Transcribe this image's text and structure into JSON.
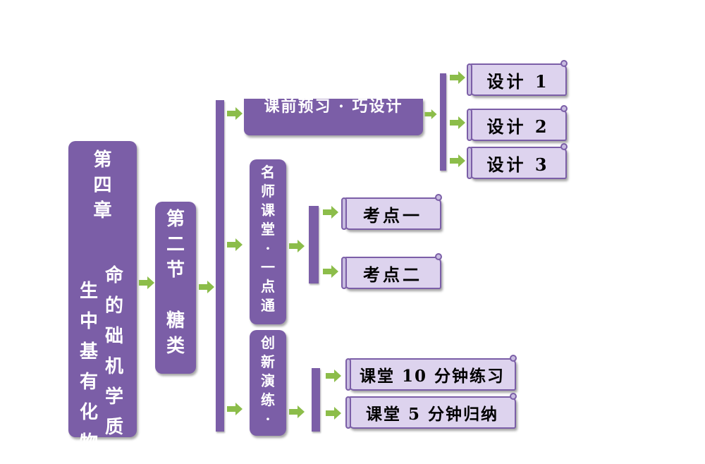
{
  "chapter_box": {
    "lines": [
      "第",
      "四",
      "章"
    ],
    "subtitle_columns": [
      [
        "命",
        "的",
        "础",
        "机",
        "学",
        "质"
      ],
      [
        "生",
        "中",
        "基",
        "有",
        "化",
        "物"
      ]
    ]
  },
  "section_box": {
    "lines": [
      "第",
      "二",
      "节",
      "",
      "糖",
      "类"
    ]
  },
  "level2": {
    "pre_class": "课前预习 · 巧设计",
    "teacher": [
      "名",
      "师",
      "课",
      "堂",
      "·",
      "一",
      "点",
      "通"
    ],
    "practice": [
      "创",
      "新",
      "演",
      "练",
      "·"
    ]
  },
  "designs": [
    "设计 1",
    "设计 2",
    "设计 3"
  ],
  "points": [
    "考点一",
    "考点二"
  ],
  "practice_items": [
    "课堂 10 分钟练习",
    "课堂 5 分钟归纳"
  ],
  "colors": {
    "box": "#7b5ea7",
    "arrow": "#8cbd4a",
    "scroll_fill": "#ddd3ee"
  }
}
